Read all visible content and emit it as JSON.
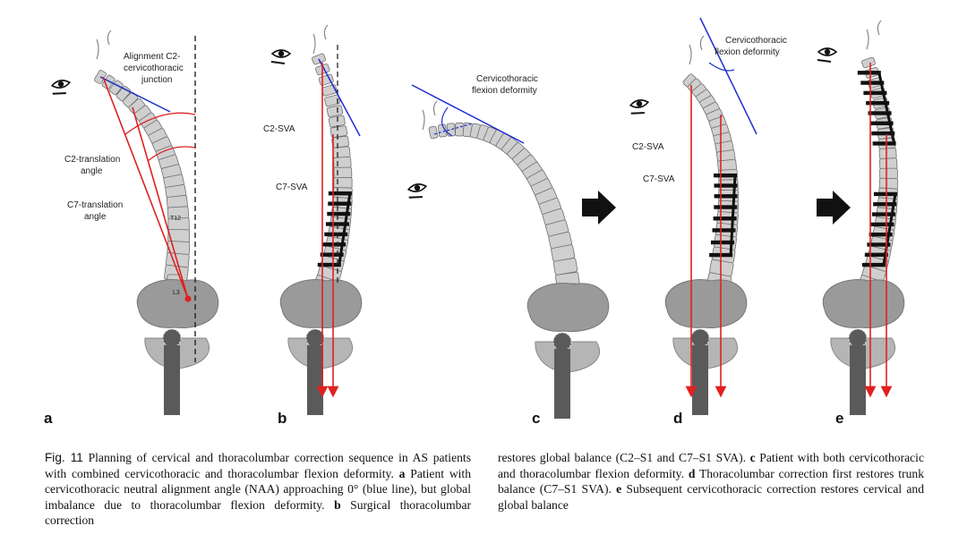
{
  "figure": {
    "colors": {
      "bone_fill": "#cfcfcf",
      "bone_stroke": "#6e6e6e",
      "pelvis_fill": "#9a9a9a",
      "femur_fill": "#5a5a5a",
      "plumb_line": "#e02020",
      "alignment_line": "#1f2fd0",
      "implant": "#111111"
    },
    "icons": [
      "eye-icon",
      "arrow-right-icon",
      "pedicle-screw-icon"
    ],
    "panels": [
      {
        "letter": "a",
        "labels": {
          "alignment": [
            "Alignment C2-",
            "cervicothoracic",
            "junction"
          ],
          "c2_angle": [
            "C2-translation",
            "angle"
          ],
          "c7_angle": [
            "C7-translation",
            "angle"
          ],
          "t12": "T12",
          "l3": "L3"
        }
      },
      {
        "letter": "b",
        "labels": {
          "c2_sva": "C2-SVA",
          "c7_sva": "C7-SVA"
        }
      },
      {
        "letter": "c",
        "labels": {
          "flexion": [
            "Cervicothoracic",
            "flexion deformity"
          ]
        }
      },
      {
        "letter": "d",
        "labels": {
          "flexion": [
            "Cervicothoracic",
            "flexion deformity"
          ],
          "c2_sva": "C2-SVA",
          "c7_sva": "C7-SVA"
        }
      },
      {
        "letter": "e",
        "labels": {}
      }
    ]
  },
  "caption": {
    "fig_label": "Fig. 11",
    "left": {
      "intro": " Planning of cervical and thoracolumbar correction sequence in AS patients with combined cervicothoracic and thoracolumbar flexion deformity. ",
      "ref_a": "a",
      "text_a": " Patient with cervicothoracic neutral alignment angle (NAA) approaching 0° (blue line), but global imbalance due to thoracolumbar flexion deformity. ",
      "ref_b": "b",
      "text_b": " Surgical thoracolumbar correction"
    },
    "right": {
      "text_b2": "restores global balance (C2–S1 and C7–S1 SVA). ",
      "ref_c": "c",
      "text_c": " Patient with both cervicothoracic and thoracolumbar flexion deformity. ",
      "ref_d": "d",
      "text_d": " Thoracolumbar correction first restores trunk balance (C7–S1 SVA). ",
      "ref_e": "e",
      "text_e": " Subsequent cervicothoracic correction restores cervical and global balance"
    }
  }
}
